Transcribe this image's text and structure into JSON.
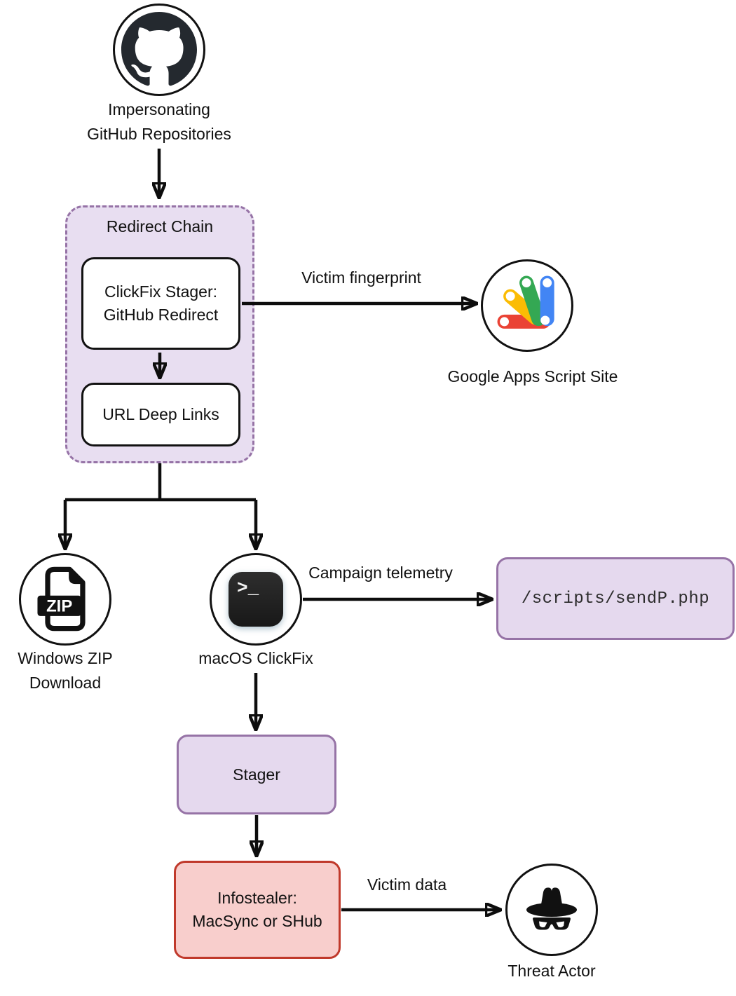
{
  "diagram": {
    "title_implicit": "",
    "nodes": {
      "github": {
        "label_line1": "Impersonating",
        "label_line2": "GitHub Repositories"
      },
      "redirect_chain": {
        "title": "Redirect Chain"
      },
      "clickfix_stager": {
        "line1": "ClickFix Stager:",
        "line2": "GitHub Redirect"
      },
      "url_deep_links": {
        "label": "URL Deep Links"
      },
      "google_apps_script": {
        "label": "Google Apps Script Site"
      },
      "windows_zip": {
        "line1": "Windows ZIP",
        "line2": "Download",
        "badge": "ZIP"
      },
      "macos_clickfix": {
        "label": "macOS ClickFix",
        "prompt": ">_"
      },
      "sendp_endpoint": {
        "label": "/scripts/sendP.php"
      },
      "stager": {
        "label": "Stager"
      },
      "infostealer": {
        "line1": "Infostealer:",
        "line2": "MacSync or SHub"
      },
      "threat_actor": {
        "label": "Threat Actor"
      }
    },
    "edge_labels": {
      "victim_fingerprint": "Victim fingerprint",
      "campaign_telemetry": "Campaign telemetry",
      "victim_data": "Victim data"
    },
    "colors": {
      "purple_fill": "#e5d9ee",
      "purple_stroke": "#9673a6",
      "pink_fill": "#f8cecc",
      "red_stroke": "#c0392b",
      "line_color": "#0d0d0d",
      "github_dark": "#24292f",
      "google_blue": "#4285f4",
      "google_green": "#34a853",
      "google_yellow": "#fbbc04",
      "google_red": "#ea4335"
    }
  }
}
